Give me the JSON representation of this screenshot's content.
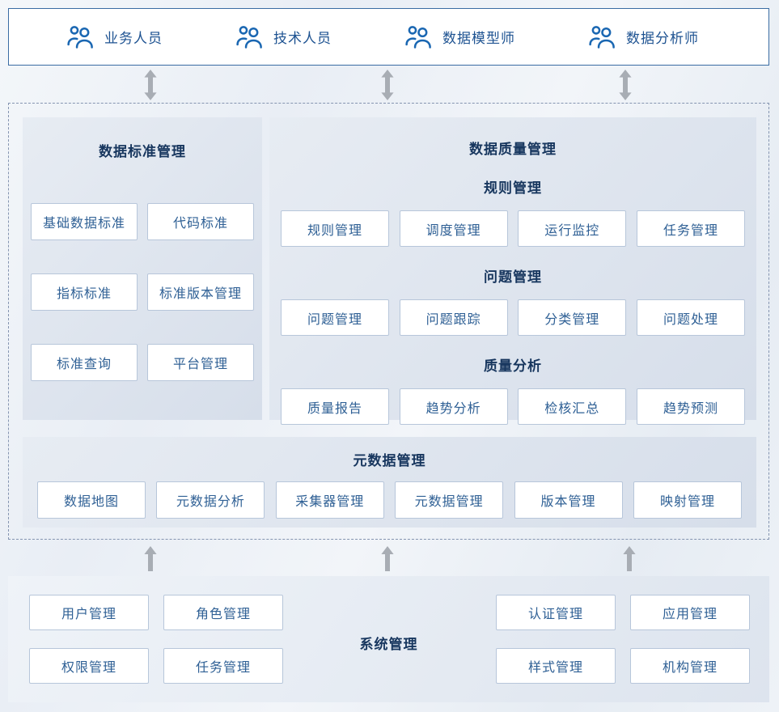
{
  "colors": {
    "accent-border": "#3a6ca3",
    "role-text": "#1d5291",
    "title-text": "#17365e",
    "chip-text": "#2f6095",
    "chip-border": "#b7c6da",
    "arrow": "#a8adb4",
    "dashed-border": "#8494b0",
    "panel-grad-1": "#e7ecf3",
    "panel-grad-2": "#d6deea",
    "sys-grad-1": "#eff3f8",
    "sys-grad-2": "#dde4ee",
    "icon-blue": "#1a67b2"
  },
  "roles": {
    "items": [
      "业务人员",
      "技术人员",
      "数据模型师",
      "数据分析师"
    ]
  },
  "standard_panel": {
    "title": "数据标准管理",
    "items": [
      "基础数据标准",
      "代码标准",
      "指标标准",
      "标准版本管理",
      "标准查询",
      "平台管理"
    ]
  },
  "quality_panel": {
    "title": "数据质量管理",
    "groups": [
      {
        "title": "规则管理",
        "items": [
          "规则管理",
          "调度管理",
          "运行监控",
          "任务管理"
        ]
      },
      {
        "title": "问题管理",
        "items": [
          "问题管理",
          "问题跟踪",
          "分类管理",
          "问题处理"
        ]
      },
      {
        "title": "质量分析",
        "items": [
          "质量报告",
          "趋势分析",
          "检核汇总",
          "趋势预测"
        ]
      }
    ]
  },
  "metadata_panel": {
    "title": "元数据管理",
    "items": [
      "数据地图",
      "元数据分析",
      "采集器管理",
      "元数据管理",
      "版本管理",
      "映射管理"
    ]
  },
  "system_panel": {
    "title": "系统管理",
    "left_items": [
      "用户管理",
      "角色管理",
      "权限管理",
      "任务管理"
    ],
    "right_items": [
      "认证管理",
      "应用管理",
      "样式管理",
      "机构管理"
    ]
  }
}
